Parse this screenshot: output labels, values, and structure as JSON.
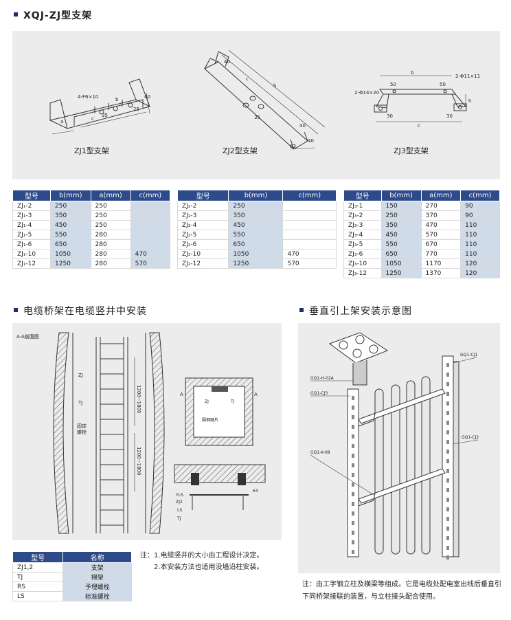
{
  "section1": {
    "title": "XQJ-ZJ型支架"
  },
  "diagrams_top": {
    "zj1": {
      "caption": "ZJ1型支架",
      "labels": [
        "4-F6×10",
        "a",
        "b",
        "c",
        "35",
        "25",
        "40"
      ]
    },
    "zj2": {
      "caption": "ZJ2型支架",
      "labels": [
        "40",
        "c",
        "b",
        "35",
        "40",
        "40",
        "63"
      ]
    },
    "zj3": {
      "caption": "ZJ3型支架",
      "labels": [
        "b",
        "50",
        "50",
        "2-Φ11×11",
        "2-Φ14×20",
        "h",
        "30",
        "30",
        "c"
      ]
    }
  },
  "table_zj1": {
    "headers": [
      "型号",
      "b(mm)",
      "a(mm)",
      "c(mm)"
    ],
    "rows": [
      [
        "ZJ₁-2",
        "250",
        "250",
        ""
      ],
      [
        "ZJ₁-3",
        "350",
        "250",
        ""
      ],
      [
        "ZJ₁-4",
        "450",
        "250",
        ""
      ],
      [
        "ZJ₁-5",
        "550",
        "280",
        ""
      ],
      [
        "ZJ₁-6",
        "650",
        "280",
        ""
      ],
      [
        "ZJ₁-10",
        "1050",
        "280",
        "470"
      ],
      [
        "ZJ₁-12",
        "1250",
        "280",
        "570"
      ]
    ]
  },
  "table_zj2": {
    "headers": [
      "型号",
      "b(mm)",
      "c(mm)"
    ],
    "rows": [
      [
        "ZJ₂-2",
        "250",
        ""
      ],
      [
        "ZJ₂-3",
        "350",
        ""
      ],
      [
        "ZJ₂-4",
        "450",
        ""
      ],
      [
        "ZJ₂-5",
        "550",
        ""
      ],
      [
        "ZJ₂-6",
        "650",
        ""
      ],
      [
        "ZJ₂-10",
        "1050",
        "470"
      ],
      [
        "ZJ₂-12",
        "1250",
        "570"
      ]
    ]
  },
  "table_zj3": {
    "headers": [
      "型号",
      "b(mm)",
      "a(mm)",
      "c(mm)"
    ],
    "rows": [
      [
        "ZJ₃-1",
        "150",
        "270",
        "90"
      ],
      [
        "ZJ₃-2",
        "250",
        "370",
        "90"
      ],
      [
        "ZJ₃-3",
        "350",
        "470",
        "110"
      ],
      [
        "ZJ₃-4",
        "450",
        "570",
        "110"
      ],
      [
        "ZJ₃-5",
        "550",
        "670",
        "110"
      ],
      [
        "ZJ₃-6",
        "650",
        "770",
        "110"
      ],
      [
        "ZJ₃-10",
        "1050",
        "1170",
        "120"
      ],
      [
        "ZJ₃-12",
        "1250",
        "1370",
        "120"
      ]
    ]
  },
  "section2": {
    "title": "电缆桥架在电缆竖井中安装",
    "diagram_labels": {
      "section_view": "A-A剖面图",
      "zj": "ZJ",
      "tj": "TJ",
      "bolt": "固定\n螺栓",
      "dim1": "1200~1800",
      "dim2": "1200~1800",
      "a_left": "A",
      "a_right": "A",
      "zj_small": "ZJ",
      "tj_small": "TJ",
      "pressure_plate": "围钢踏片",
      "yls": "YLS",
      "zj2": "ZJ2",
      "ls": "LS",
      "tj2": "TJ",
      "dim3": "63"
    },
    "name_table": {
      "headers": [
        "型号",
        "名称"
      ],
      "rows": [
        [
          "ZJ1,2",
          "支架"
        ],
        [
          "TJ",
          "梯架"
        ],
        [
          "RS",
          "予埋螺栓"
        ],
        [
          "LS",
          "标准螺栓"
        ]
      ]
    },
    "notes": [
      "注：1.电缆竖井的大小由工程设计决定。",
      "2.本安装方法也适用没墙沿柱安装。"
    ]
  },
  "section3": {
    "title": "垂直引上架安装示意图",
    "diagram_labels": {
      "h02a": "GQ1-H-02A",
      "cj3": "GQ1-CJ3",
      "cj1": "GQ1-CJ1",
      "cj2": "GQ1-CJ2",
      "k08": "GQ1-K-08"
    },
    "note": "注：由工字钢立柱及横梁等组成。它是电缆处配电室出线后垂直引下同桥架接联的装置，与立柱接头配合使用。"
  }
}
